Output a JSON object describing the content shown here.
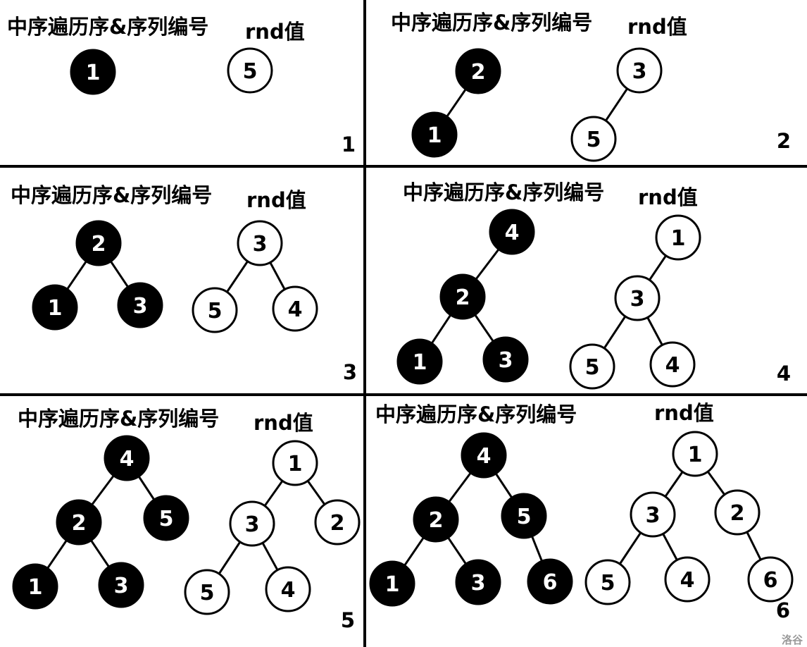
{
  "title": "中序遍历序&序列编号",
  "rnd_title": "rnd值",
  "watermark": "洛谷",
  "panels": [
    {
      "number": "1",
      "inorder": [
        {
          "label": "1",
          "parent": -1
        }
      ],
      "rnd": [
        {
          "label": "5",
          "parent": -1
        }
      ]
    },
    {
      "number": "2",
      "inorder": [
        {
          "label": "2",
          "parent": -1
        },
        {
          "label": "1",
          "parent": 0
        }
      ],
      "rnd": [
        {
          "label": "3",
          "parent": -1
        },
        {
          "label": "5",
          "parent": 0
        }
      ]
    },
    {
      "number": "3",
      "inorder": [
        {
          "label": "2",
          "parent": -1
        },
        {
          "label": "1",
          "parent": 0
        },
        {
          "label": "3",
          "parent": 0
        }
      ],
      "rnd": [
        {
          "label": "3",
          "parent": -1
        },
        {
          "label": "5",
          "parent": 0
        },
        {
          "label": "4",
          "parent": 0
        }
      ]
    },
    {
      "number": "4",
      "inorder": [
        {
          "label": "4",
          "parent": -1
        },
        {
          "label": "2",
          "parent": 0
        },
        {
          "label": "1",
          "parent": 1
        },
        {
          "label": "3",
          "parent": 1
        }
      ],
      "rnd": [
        {
          "label": "1",
          "parent": -1
        },
        {
          "label": "3",
          "parent": 0
        },
        {
          "label": "5",
          "parent": 1
        },
        {
          "label": "4",
          "parent": 1
        }
      ]
    },
    {
      "number": "5",
      "inorder": [
        {
          "label": "4",
          "parent": -1
        },
        {
          "label": "2",
          "parent": 0
        },
        {
          "label": "5",
          "parent": 0
        },
        {
          "label": "1",
          "parent": 1
        },
        {
          "label": "3",
          "parent": 1
        }
      ],
      "rnd": [
        {
          "label": "1",
          "parent": -1
        },
        {
          "label": "3",
          "parent": 0
        },
        {
          "label": "2",
          "parent": 0
        },
        {
          "label": "5",
          "parent": 1
        },
        {
          "label": "4",
          "parent": 1
        }
      ]
    },
    {
      "number": "6",
      "inorder": [
        {
          "label": "4",
          "parent": -1
        },
        {
          "label": "2",
          "parent": 0
        },
        {
          "label": "5",
          "parent": 0
        },
        {
          "label": "1",
          "parent": 1
        },
        {
          "label": "3",
          "parent": 1
        },
        {
          "label": "6",
          "parent": 2
        }
      ],
      "rnd": [
        {
          "label": "1",
          "parent": -1
        },
        {
          "label": "3",
          "parent": 0
        },
        {
          "label": "2",
          "parent": 0
        },
        {
          "label": "5",
          "parent": 1
        },
        {
          "label": "4",
          "parent": 1
        },
        {
          "label": "6",
          "parent": 2
        }
      ]
    }
  ]
}
